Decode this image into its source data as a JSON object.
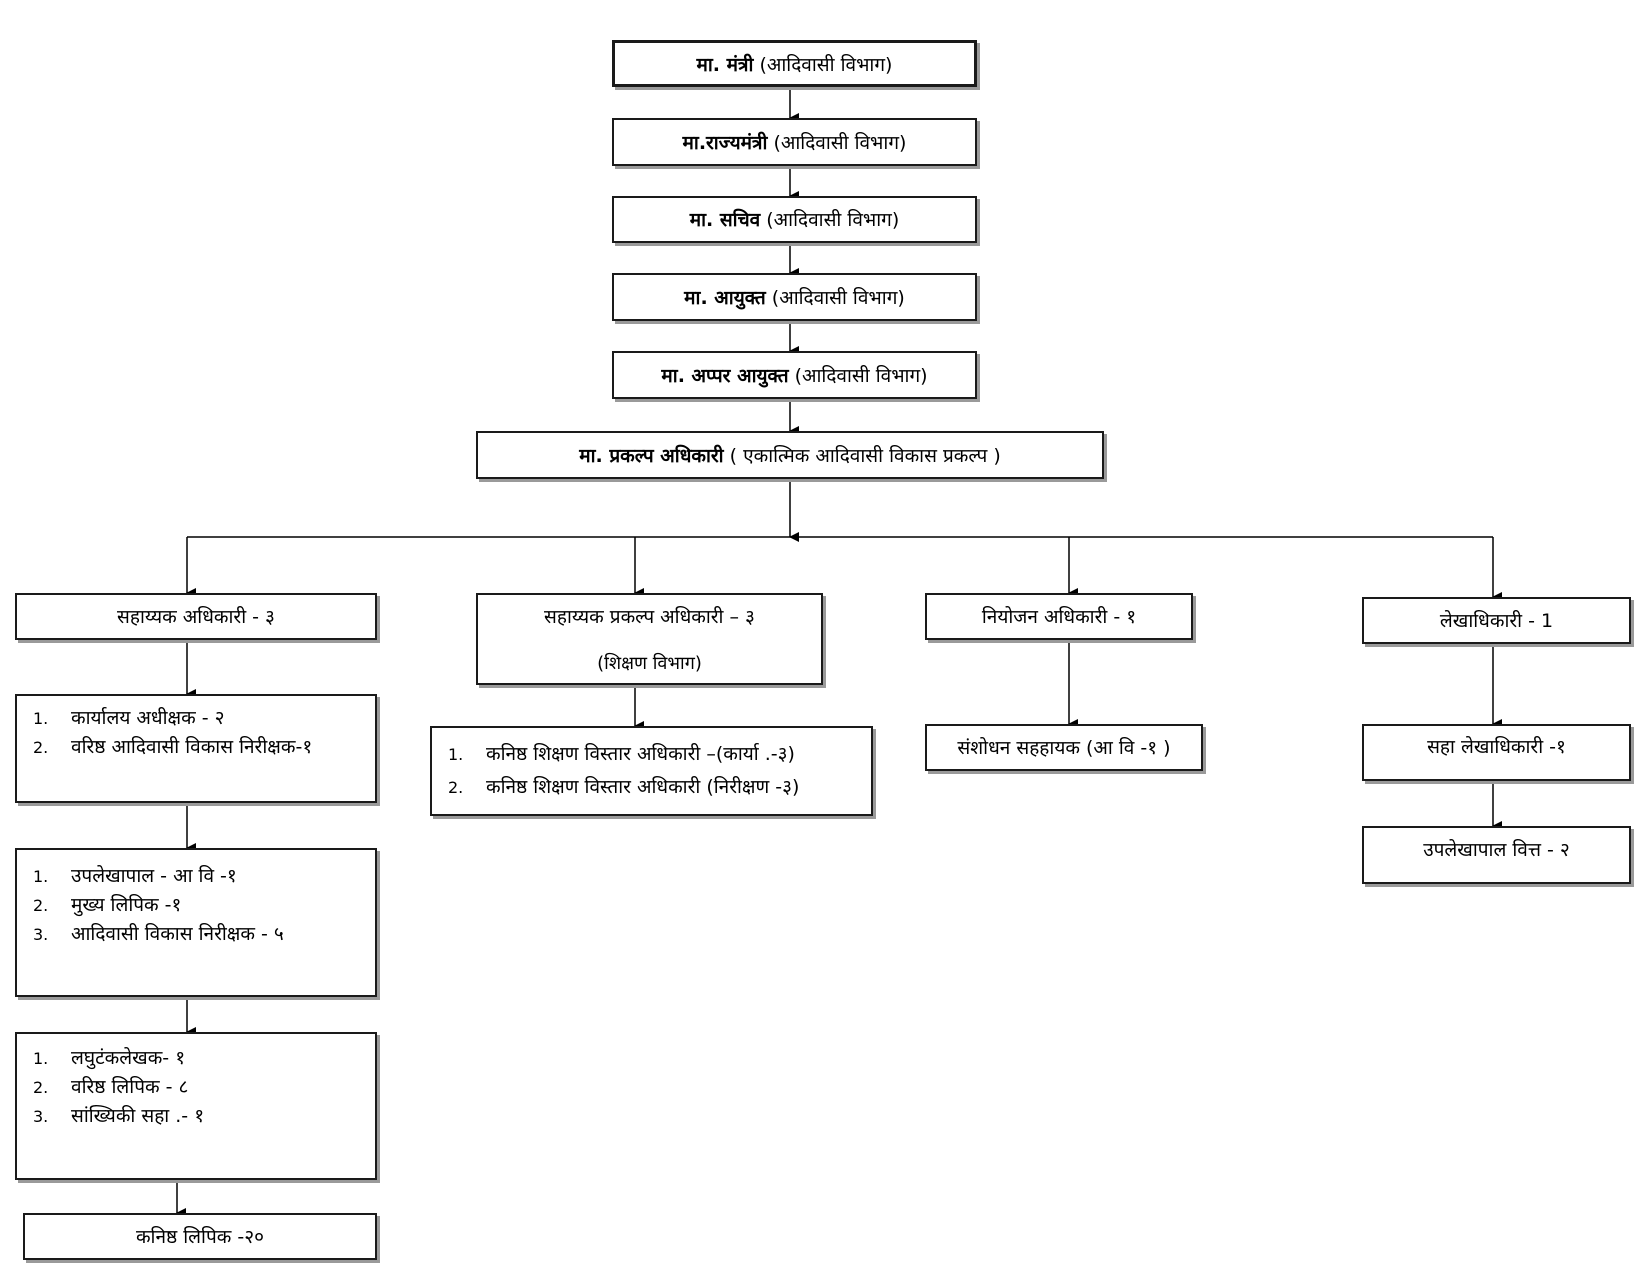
{
  "hierarchy": [
    {
      "title": "मा. मंत्री",
      "detail": "(आदिवासी विभाग)"
    },
    {
      "title": "मा.राज्यमंत्री",
      "detail": " (आदिवासी विभाग)"
    },
    {
      "title": "मा. सचिव",
      "detail": "(आदिवासी विभाग)"
    },
    {
      "title": "मा. आयुक्त",
      "detail": "(आदिवासी विभाग)"
    },
    {
      "title": "मा. अप्पर आयुक्त",
      "detail": "(आदिवासी विभाग)"
    },
    {
      "title": "मा. प्रकल्प अधिकारी",
      "detail": "( एकात्मिक आदिवासी विकास प्रकल्प )"
    }
  ],
  "branches": {
    "assistant_officer": {
      "label": "सहाय्यक अधिकारी - ३",
      "groups": [
        [
          "कार्यालय अधीक्षक - २",
          "वरिष्ठ आदिवासी विकास निरीक्षक-१"
        ],
        [
          "उपलेखापाल - आ वि -१",
          "मुख्य लिपिक -१",
          "आदिवासी विकास निरीक्षक - ५"
        ],
        [
          "लघुटंकलेखक- १",
          "वरिष्ठ लिपिक - ८",
          "सांख्यिकी सहा .- १"
        ]
      ],
      "junior_clerk": "कनिष्ठ लिपिक -२०"
    },
    "assistant_project_officer": {
      "label": "सहाय्यक  प्रकल्प अधिकारी – ३",
      "sublabel": "(शिक्षण विभाग)",
      "items": [
        "कनिष्ठ शिक्षण विस्तार अधिकारी –(कार्या .-३)",
        "कनिष्ठ शिक्षण विस्तार अधिकारी (निरीक्षण  -३)"
      ]
    },
    "planning_officer": {
      "label": "नियोजन अधिकारी  - १",
      "child": "संशोधन सहहायक (आ वि -१ )"
    },
    "accounts_officer": {
      "label": "लेखाधिकारी - 1",
      "child": "सहा लेखाधिकारी -१",
      "grandchild": "उपलेखापाल वित्त - २"
    }
  },
  "list_numbers": [
    "1.",
    "2.",
    "3."
  ]
}
